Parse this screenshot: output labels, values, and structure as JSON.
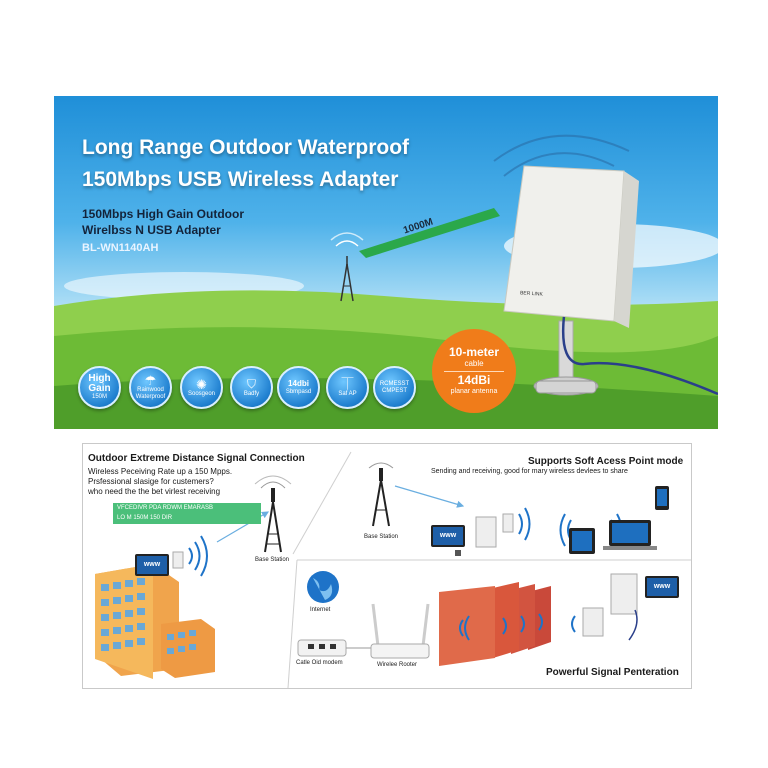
{
  "banner": {
    "title_line1": "Long Range Outdoor Waterproof",
    "title_line2": "150Mbps USB Wireless Adapter",
    "subtitle_line1": "150Mbps High Gain Outdoor",
    "subtitle_line2": "Wirelbss N USB Adapter",
    "model": "BL-WN1140AH",
    "distance_label": "1000M",
    "antenna_label": "BER LINK",
    "features": [
      {
        "l1": "High",
        "l2": "Gain",
        "l3": "150M"
      },
      {
        "l1": "",
        "l2": "Rainwood",
        "l3": "Waterproof"
      },
      {
        "l1": "",
        "l2": "Soosgeon",
        "l3": ""
      },
      {
        "l1": "",
        "l2": "Badfy",
        "l3": ""
      },
      {
        "l1": "14dbi",
        "l2": "Sbmpasd",
        "l3": ""
      },
      {
        "l1": "",
        "l2": "Saf AP",
        "l3": ""
      },
      {
        "l1": "",
        "l2": "RCMESST",
        "l3": "CMPEST"
      }
    ],
    "badge": {
      "line1": "10-meter",
      "line2": "cable",
      "line3": "14dBi",
      "line4": "planar antenna"
    }
  },
  "panel": {
    "left": {
      "title": "Outdoor Extreme Distance Signal Connection",
      "text1": "Wireless Peceiving Rate up a 150 Mpps.",
      "text2": "Prsfessional slasige for custemers?",
      "text3": "who need the the bet virlest receiving",
      "green_line1": "VFCEDIVR PDA RDWM EMARASB",
      "green_line2": "LO M 150M 150 DIR",
      "base_station": "Base Station",
      "monitor_text": "www"
    },
    "right_top": {
      "title": "Supports Soft Acess Point mode",
      "text": "Sending and receiving, good for mary wireless devlees to share",
      "base_station": "Base Station",
      "monitor_text": "www"
    },
    "middle": {
      "internet": "Internet",
      "modem": "Catle Oid modem",
      "router": "Wirelee Rooter"
    },
    "right_bottom": {
      "title": "Powerful Signal Penteration",
      "monitor_text": "www"
    }
  },
  "colors": {
    "sky_top": "#1f8fd8",
    "grass": "#5aa832",
    "badge_orange": "#f07c1a",
    "feature_blue": "#1f7fcf",
    "signal_green": "#2ba84a",
    "brick": "#d9573c"
  }
}
